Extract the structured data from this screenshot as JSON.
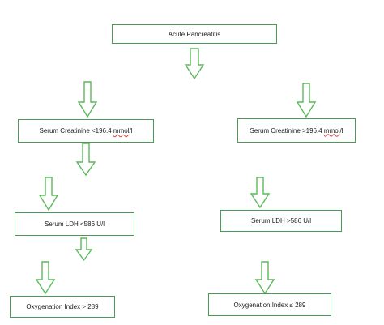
{
  "diagram": {
    "root": {
      "label": "Acute Pancreatitis"
    },
    "level1": {
      "left": {
        "prefix": "Serum Creatinine <196.4 ",
        "unit": "mmol",
        "suffix": "/l"
      },
      "right": {
        "prefix": "Serum Creatinine >196.4 ",
        "unit": "mmol",
        "suffix": "/l"
      }
    },
    "level2": {
      "left": {
        "label": "Serum LDH <586 U/l"
      },
      "right": {
        "label": "Serum LDH >586 U/l"
      }
    },
    "level3": {
      "left": {
        "label": "Oxygenation Index > 289"
      },
      "right": {
        "label": "Oxygenation Index ≤ 289"
      }
    }
  },
  "colors": {
    "box_border": "#4a9a5a",
    "arrow_stroke": "#5cb85c",
    "connector": "#9ab0d8",
    "text": "#1a1a1a"
  }
}
